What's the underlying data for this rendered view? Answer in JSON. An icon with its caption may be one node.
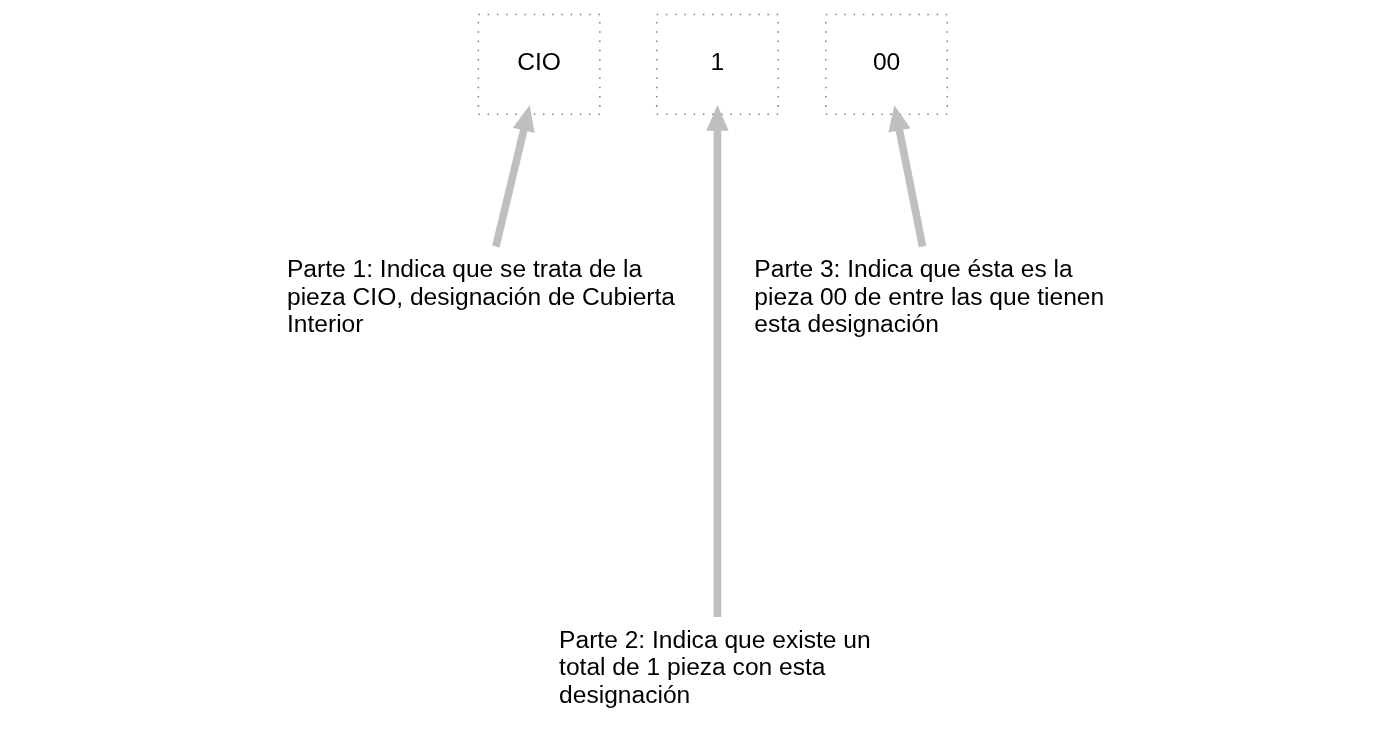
{
  "diagram": {
    "nodes": [
      {
        "text": [
          "CIO"
        ]
      },
      {
        "text": [
          "1"
        ]
      },
      {
        "text": [
          "00"
        ]
      },
      {
        "text": [
          "Parte 1: Indica que se trata de la pieza CIO, designación de Cubierta Interior"
        ]
      },
      {
        "text": [
          "Parte 3: Indica que ésta es la pieza 00 de entre las que tienen esta designación"
        ]
      },
      {
        "text": [
          "Parte 2: Indica que existe un total de 1 pieza con esta designación"
        ]
      }
    ],
    "edges": [
      {
        "from": 3,
        "to": 0,
        "arrow": "to"
      },
      {
        "from": 5,
        "to": 1,
        "arrow": "to"
      },
      {
        "from": 4,
        "to": 2,
        "arrow": "to"
      }
    ]
  }
}
